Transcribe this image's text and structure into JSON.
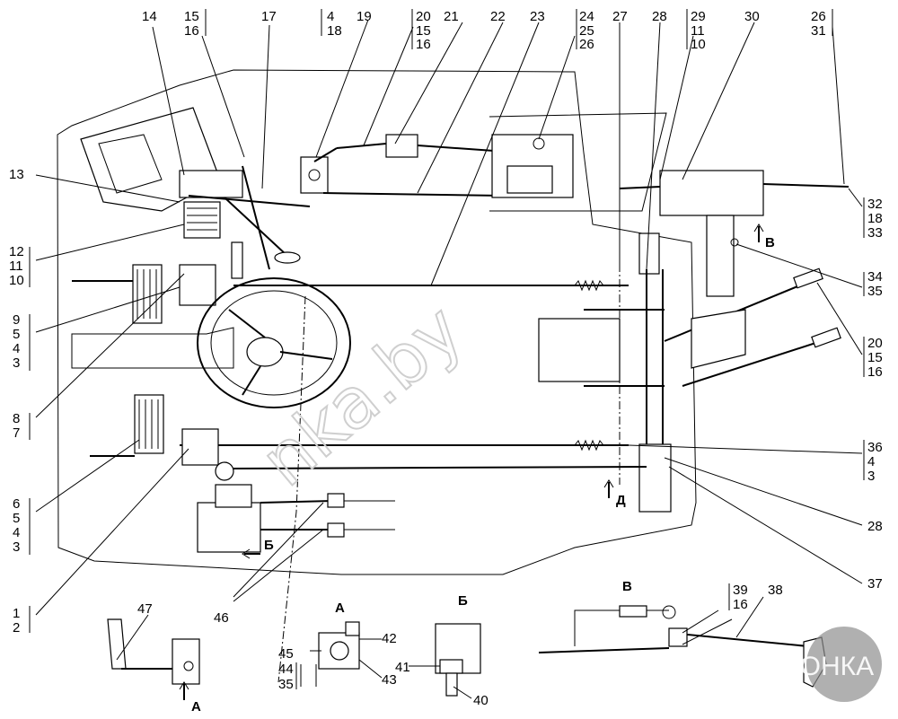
{
  "callouts": {
    "c1": "1",
    "c2": "2",
    "c3a": "3",
    "c3b": "3",
    "c3c": "3",
    "c4a": "4",
    "c4b": "4",
    "c4c": "4",
    "c4d": "4",
    "c5a": "5",
    "c5b": "5",
    "c6": "6",
    "c7": "7",
    "c8": "8",
    "c9": "9",
    "c10a": "10",
    "c10b": "10",
    "c11a": "11",
    "c11b": "11",
    "c12": "12",
    "c13": "13",
    "c14": "14",
    "c15a": "15",
    "c15b": "15",
    "c15c": "15",
    "c16a": "16",
    "c16b": "16",
    "c16c": "16",
    "c16d": "16",
    "c17": "17",
    "c18a": "18",
    "c18b": "18",
    "c19": "19",
    "c20a": "20",
    "c20b": "20",
    "c21": "21",
    "c22": "22",
    "c23": "23",
    "c24": "24",
    "c25": "25",
    "c26a": "26",
    "c26b": "26",
    "c27": "27",
    "c28a": "28",
    "c28b": "28",
    "c29": "29",
    "c30": "30",
    "c31": "31",
    "c32": "32",
    "c33": "33",
    "c34": "34",
    "c35a": "35",
    "c35b": "35",
    "c36": "36",
    "c37": "37",
    "c38": "38",
    "c39": "39",
    "c40": "40",
    "c41": "41",
    "c42": "42",
    "c43": "43",
    "c44": "44",
    "c45": "45",
    "c46": "46",
    "c47": "47"
  },
  "views": {
    "view_a": "А",
    "view_b": "Б",
    "view_v": "В",
    "arrow_a": "А",
    "arrow_b": "Б",
    "arrow_v": "В",
    "arrow_d": "Д"
  },
  "watermark": "nka.by",
  "logo": "АГРОНКА"
}
